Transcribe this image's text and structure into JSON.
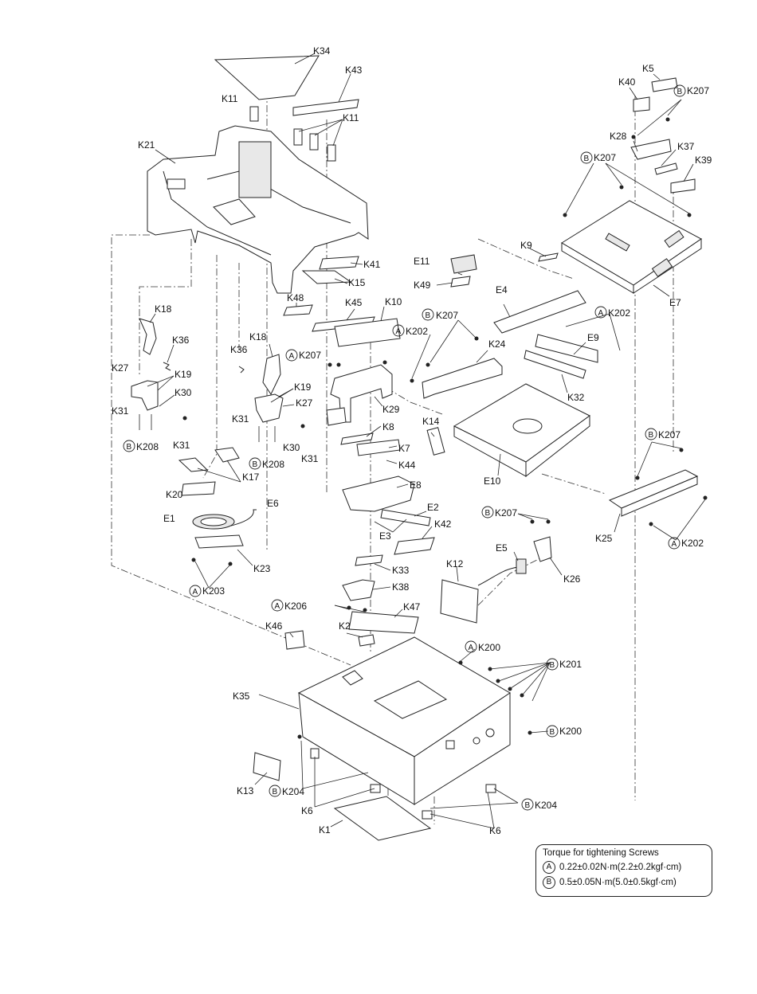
{
  "labels": {
    "K34": "K34",
    "K43": "K43",
    "K11": "K11",
    "K11b": "K11",
    "K21": "K21",
    "K41": "K41",
    "K15": "K15",
    "K48": "K48",
    "K45": "K45",
    "K10": "K10",
    "K18a": "K18",
    "K36a": "K36",
    "K27a": "K27",
    "K19a": "K19",
    "K30a": "K30",
    "K31a": "K31",
    "K31b": "K31",
    "K208a": "K208",
    "K18b": "K18",
    "K36b": "K36",
    "K19b": "K19",
    "K27b": "K27",
    "K31c": "K31",
    "K30b": "K30",
    "K31d": "K31",
    "K208b": "K208",
    "K17": "K17",
    "K207a": "K207",
    "K29": "K29",
    "K8": "K8",
    "K7": "K7",
    "K44": "K44",
    "E8": "E8",
    "E2": "E2",
    "E3": "E3",
    "K42": "K42",
    "K33": "K33",
    "K38": "K38",
    "K206": "K206",
    "K47": "K47",
    "K20": "K20",
    "E1": "E1",
    "E6": "E6",
    "K23": "K23",
    "K203": "K203",
    "K46": "K46",
    "K2": "K2",
    "E11": "E11",
    "K49": "K49",
    "K207b": "K207",
    "K202a": "K202",
    "K24": "K24",
    "E4": "E4",
    "K202b": "K202",
    "E9": "E9",
    "K32": "K32",
    "K14": "K14",
    "E10": "E10",
    "K5": "K5",
    "K40": "K40",
    "K207c": "K207",
    "K28": "K28",
    "K37": "K37",
    "K207d": "K207",
    "K39": "K39",
    "K9": "K9",
    "E7": "E7",
    "K207e": "K207",
    "K25": "K25",
    "K202c": "K202",
    "K207f": "K207",
    "E5": "E5",
    "K26": "K26",
    "K12": "K12",
    "K200a": "K200",
    "K201": "K201",
    "K35": "K35",
    "K200b": "K200",
    "K13": "K13",
    "K204a": "K204",
    "K6a": "K6",
    "K204b": "K204",
    "K1": "K1",
    "K6b": "K6"
  },
  "torque_box": {
    "title": "Torque for tightening Screws",
    "rows": [
      {
        "mark": "A",
        "text": "0.22±0.02N·m(2.2±0.2kgf·cm)"
      },
      {
        "mark": "B",
        "text": "0.5±0.05N·m(5.0±0.5kgf·cm)"
      }
    ]
  }
}
